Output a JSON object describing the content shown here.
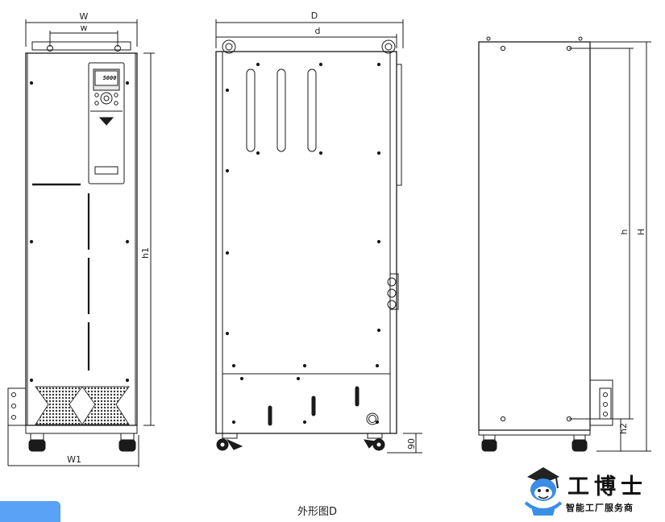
{
  "labels": {
    "W": "W",
    "w": "w",
    "h1": "h1",
    "W1": "W1",
    "D": "D",
    "d": "d",
    "dim_90": "90",
    "h": "h",
    "H": "H",
    "h2": "h2"
  },
  "keypad_display": "5000",
  "caption": "外形图D",
  "logo": {
    "title": "工博士",
    "subtitle": "智能工厂服务商"
  },
  "colors": {
    "line": "#1a1a1a",
    "accent_tab": "#5aa2f5",
    "logo_blue": "#3a8ee6"
  }
}
